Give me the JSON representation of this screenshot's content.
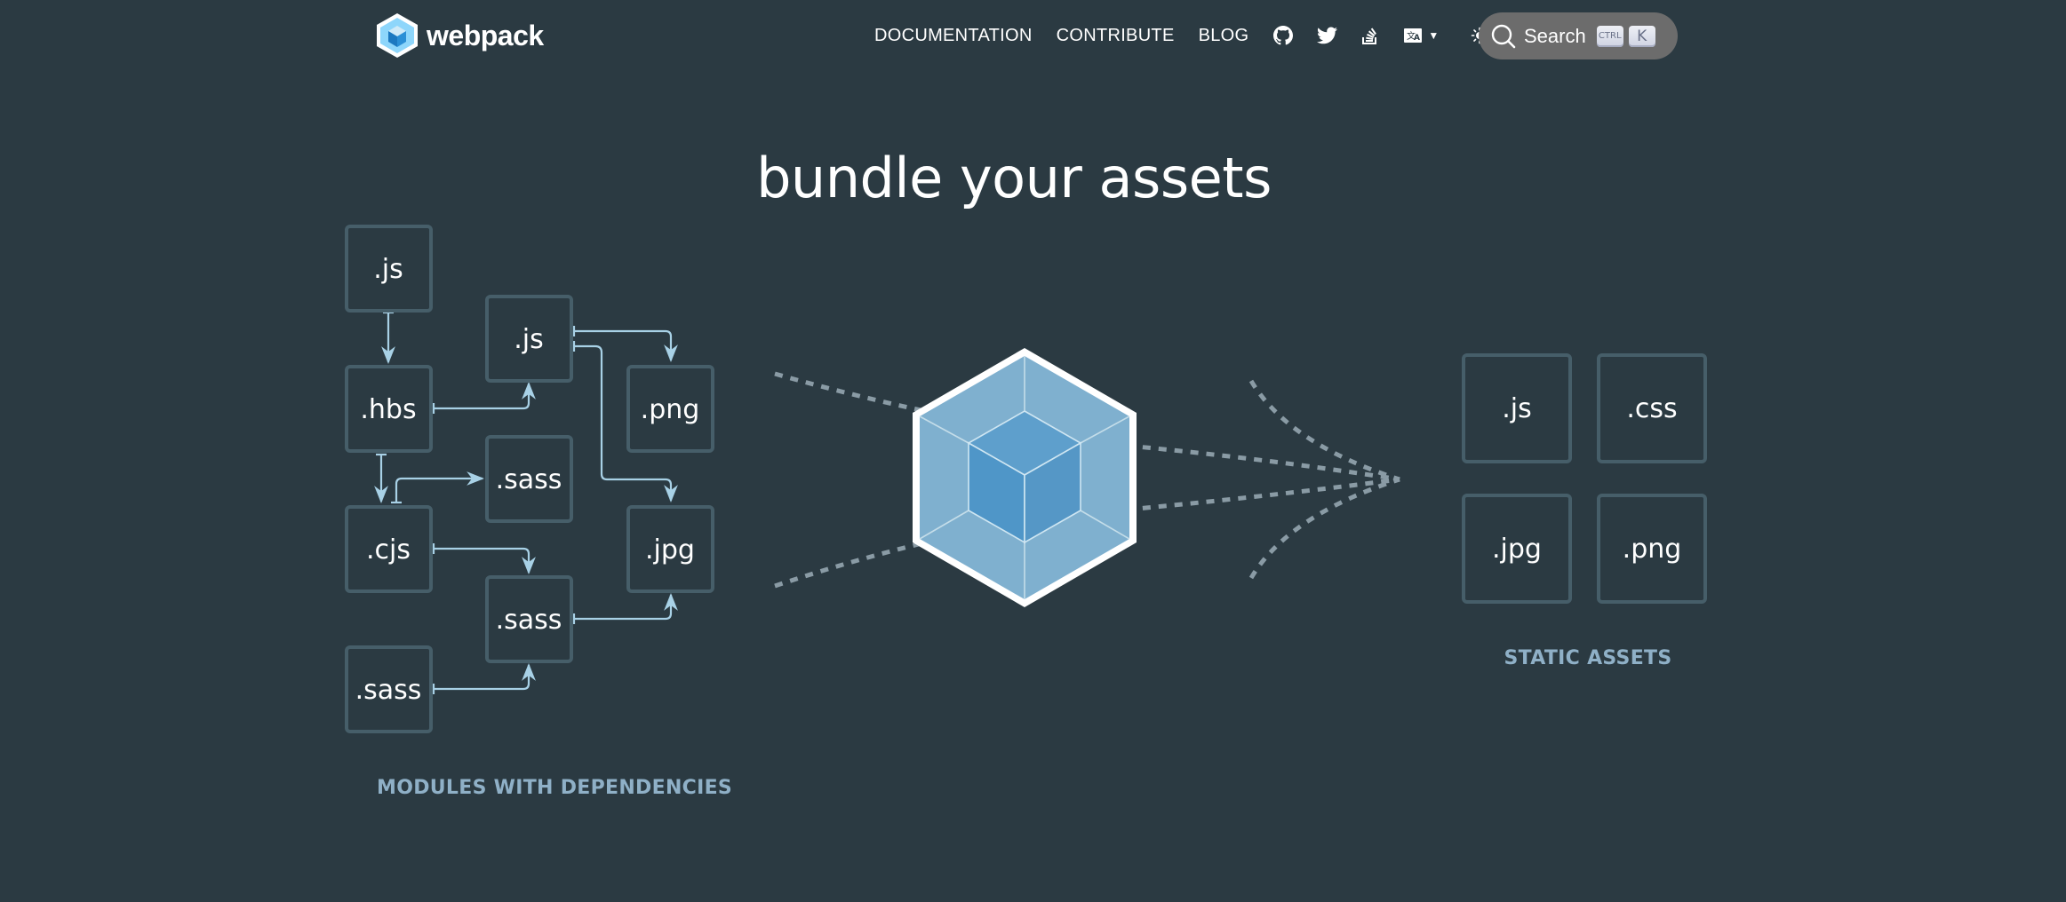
{
  "header": {
    "logo_text": "webpack",
    "nav": {
      "documentation": "DOCUMENTATION",
      "contribute": "CONTRIBUTE",
      "blog": "BLOG"
    },
    "icons": [
      "github-icon",
      "twitter-icon",
      "stack-overflow-icon",
      "language-icon",
      "sun-icon",
      "search-icon"
    ],
    "search": {
      "label": "Search",
      "shortcut_ctrl": "CTRL",
      "shortcut_key": "K"
    }
  },
  "hero": {
    "title": "bundle your  assets",
    "modules_label": "MODULES WITH DEPENDENCIES",
    "static_label": "STATIC ASSETS",
    "modules": [
      ".js",
      ".js",
      ".hbs",
      ".png",
      ".sass",
      ".cjs",
      ".jpg",
      ".sass",
      ".sass"
    ],
    "static_assets": [
      ".js",
      ".css",
      ".jpg",
      ".png"
    ]
  },
  "colors": {
    "background": "#2b3a42",
    "box_border": "#465e69",
    "arrow": "#a8d1e6",
    "cube_light": "#8ed6fb",
    "cube_dark": "#1c78c0",
    "label": "#8fb0c7"
  }
}
